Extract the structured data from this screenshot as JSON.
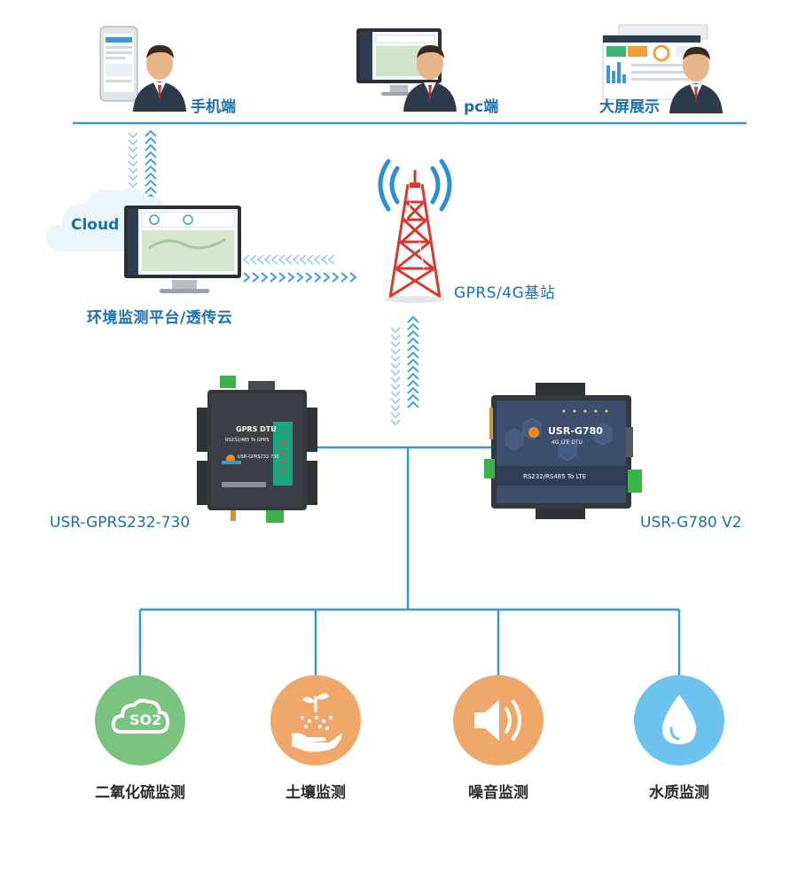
{
  "top_roles": {
    "mobile": "手机端",
    "pc": "pc端",
    "bigscreen": "大屏展示"
  },
  "cloud": {
    "bubble_label": "Cloud",
    "platform_label": "环境监测平台/透传云"
  },
  "tower": {
    "label": "GPRS/4G基站"
  },
  "devices": {
    "left": {
      "label": "USR-GPRS232-730",
      "face_title": "GPRS DTU",
      "face_sub": "RS232/485 To GPRS",
      "face_model": "USR-GPRS232-730"
    },
    "right": {
      "label": "USR-G780 V2",
      "face_title": "USR-G780",
      "face_sub": "4G LTE DTU",
      "face_bottom": "RS232/RS485 To LTE"
    }
  },
  "sensors": [
    {
      "label": "二氧化硫监测",
      "icon": "so2-cloud-icon",
      "color": "#7bc47f",
      "badge": "SO2"
    },
    {
      "label": "土壤监测",
      "icon": "soil-hand-icon",
      "color": "#f0a76a"
    },
    {
      "label": "噪音监测",
      "icon": "speaker-icon",
      "color": "#f0a76a"
    },
    {
      "label": "水质监测",
      "icon": "water-drop-icon",
      "color": "#6cc3ee"
    }
  ],
  "colors": {
    "line": "#3a97cf",
    "text_blue": "#1a6fb0",
    "arrow": "#4fa3dc"
  }
}
